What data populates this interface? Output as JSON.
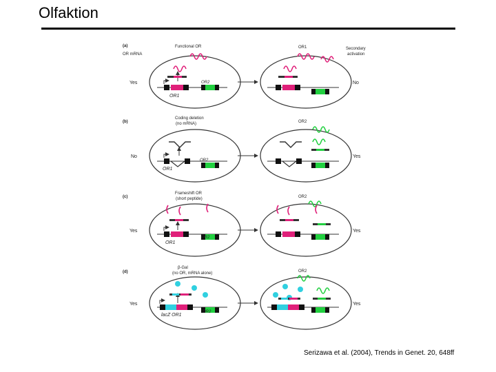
{
  "slide": {
    "title": "Olfaktion",
    "citation": "Serizawa et al. (2004), Trends in Genet. 20, 648ff"
  },
  "panels": [
    {
      "tag": "(a)",
      "left_label": "Yes",
      "left_header_1": "Functional OR",
      "left_header_2": "OR mRNA",
      "right_header": "OR1",
      "right_note_1": "Secondary",
      "right_note_2": "activation",
      "right_label": "No",
      "gene1": "OR1",
      "gene2": "OR2"
    },
    {
      "tag": "(b)",
      "left_label": "No",
      "left_header_1": "Coding deletion",
      "left_header_2": "(no mRNA)",
      "right_header": "OR2",
      "right_label": "Yes",
      "gene1": "OR1",
      "gene2": "OR2"
    },
    {
      "tag": "(c)",
      "left_label": "Yes",
      "left_header_1": "Frameshift OR",
      "left_header_2": "(short peptide)",
      "right_header": "OR2",
      "right_label": "Yes",
      "gene1": "OR1",
      "gene2": "OR2"
    },
    {
      "tag": "(d)",
      "left_label": "Yes",
      "left_header_1": "β-Gal",
      "left_header_2": "(no OR, mRNA alone)",
      "right_header": "OR2",
      "right_label": "Yes",
      "gene1": "lacZ OR1",
      "gene2": "OR2"
    }
  ],
  "colors": {
    "or1": "#e0207a",
    "or2": "#22d040",
    "lacz": "#30d0e0",
    "outline": "#333333"
  }
}
